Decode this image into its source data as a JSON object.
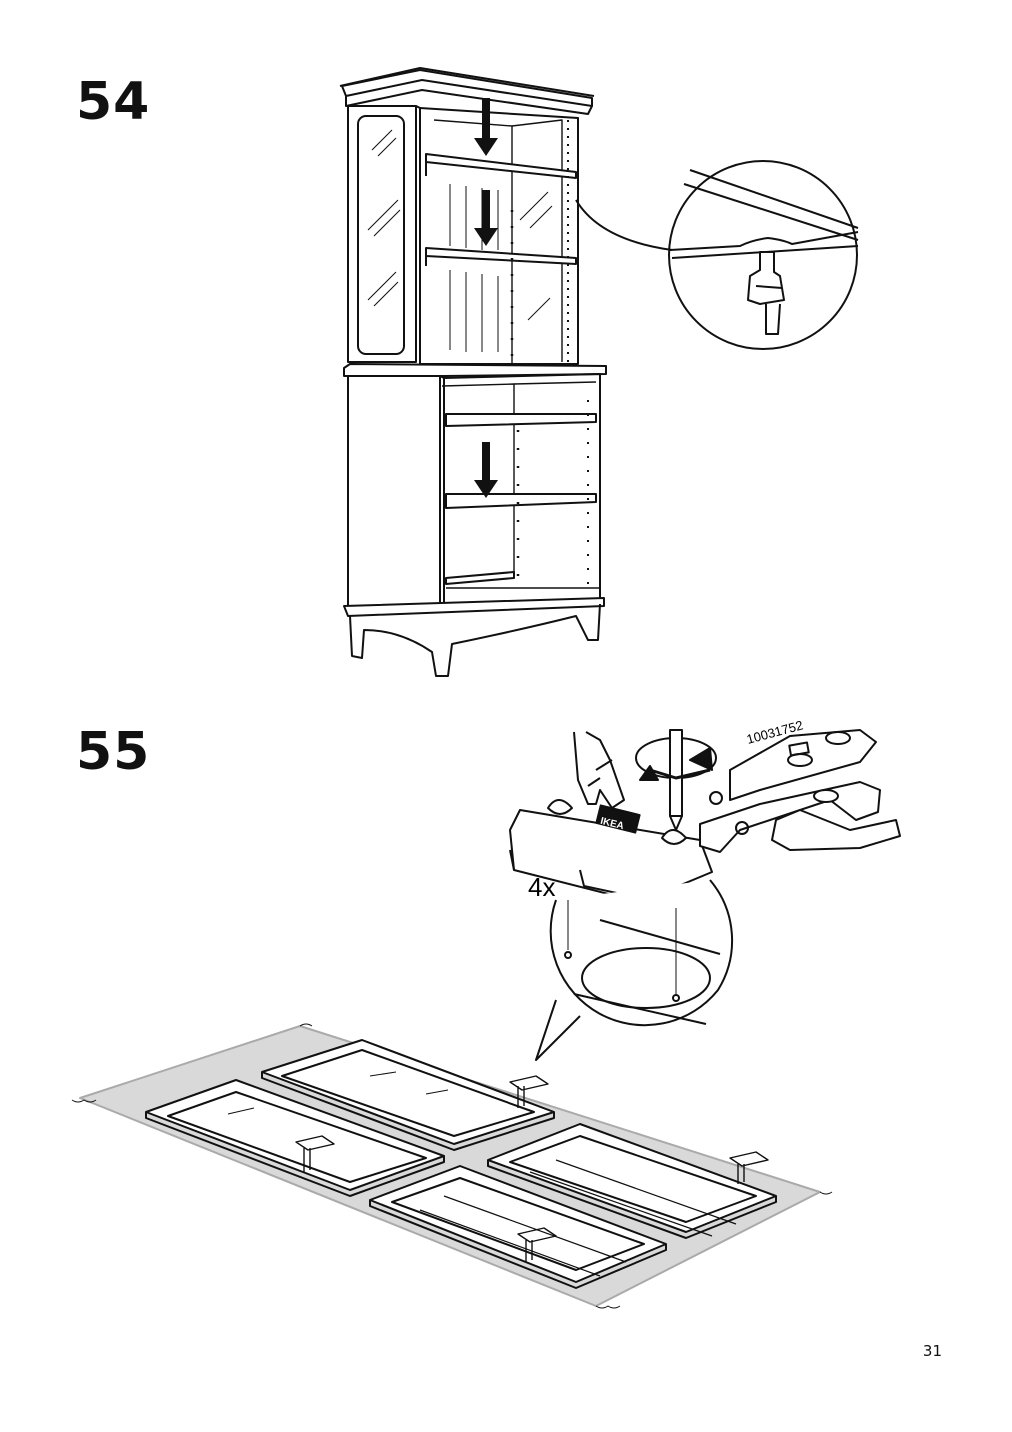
{
  "page": {
    "number": "31"
  },
  "steps": [
    {
      "number": "54"
    },
    {
      "number": "55"
    }
  ],
  "step55": {
    "quantity_label": "4x",
    "part_code": "10031752",
    "hinge_logo_text": "IKEA"
  },
  "colors": {
    "line": "#111111",
    "rug_fill": "#d9d9d9",
    "background": "#ffffff"
  }
}
